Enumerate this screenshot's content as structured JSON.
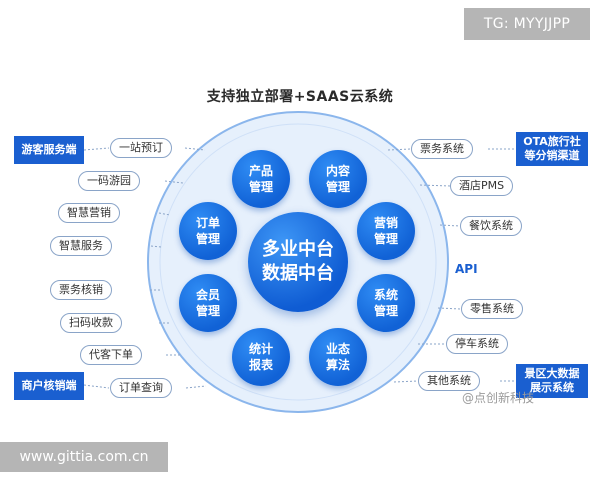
{
  "banner_top": "TG: MYYJJPP",
  "title": "支持独立部署+SAAS云系统",
  "center": {
    "line1": "多业中台",
    "line2": "数据中台"
  },
  "nodes": [
    {
      "line1": "产品",
      "line2": "管理"
    },
    {
      "line1": "内容",
      "line2": "管理"
    },
    {
      "line1": "营销",
      "line2": "管理"
    },
    {
      "line1": "系统",
      "line2": "管理"
    },
    {
      "line1": "业态",
      "line2": "算法"
    },
    {
      "line1": "统计",
      "line2": "报表"
    },
    {
      "line1": "会员",
      "line2": "管理"
    },
    {
      "line1": "订单",
      "line2": "管理"
    }
  ],
  "left_items": [
    "一站预订",
    "一码游园",
    "智慧营销",
    "智慧服务",
    "票务核销",
    "扫码收款",
    "代客下单",
    "订单查询"
  ],
  "right_items": [
    "票务系统",
    "酒店PMS",
    "餐饮系统",
    "零售系统",
    "停车系统",
    "其他系统"
  ],
  "left_boxes": {
    "top": "游客服务端",
    "bottom": "商户核销端"
  },
  "right_boxes": {
    "top": {
      "line1": "OTA旅行社",
      "line2": "等分销渠道"
    },
    "bottom": {
      "line1": "景区大数据",
      "line2": "展示系统"
    }
  },
  "api_label": "API",
  "watermark": "@点创新科技",
  "banner_bottom": "www.gittia.com.cn",
  "colors": {
    "primary": "#1a5fd0",
    "node": "#1162d6",
    "ring_fill": "#e6f0fc",
    "ring_stroke": "#8bb6ec",
    "connector": "#8aa4c8"
  }
}
